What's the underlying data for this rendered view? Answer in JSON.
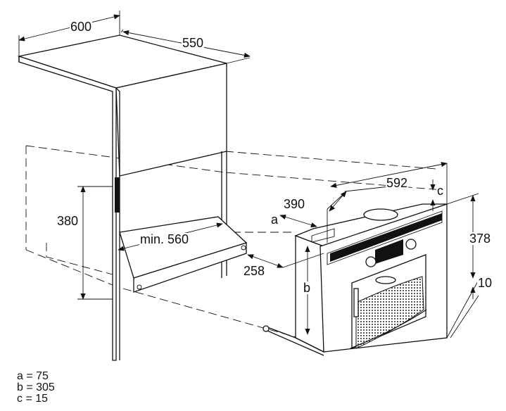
{
  "dimensions": {
    "cabinet_width": "600",
    "cabinet_depth": "550",
    "niche_height": "380",
    "min_depth": "min. 560",
    "a_label": "a",
    "depth_258": "258",
    "depth_390": "390",
    "width_592": "592",
    "c_label": "c",
    "height_378": "378",
    "gap_10": "10",
    "b_label": "b"
  },
  "legend": [
    {
      "text": "a = 75"
    },
    {
      "text": "b = 305"
    },
    {
      "text": "c = 15"
    }
  ]
}
